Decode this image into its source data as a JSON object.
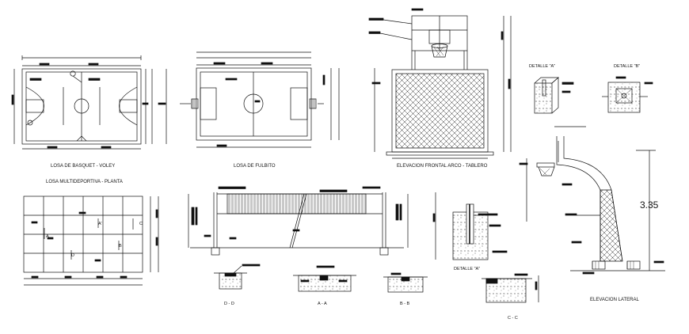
{
  "labels": {
    "losa_basquet": "LOSA DE BASQUET - VOLEY",
    "losa_multideportiva": "LOSA MULTIDEPORTIVA - PLANTA",
    "losa_fulbito": "LOSA DE FULBITO",
    "elevacion_frontal": "ELEVACION FRONTAL ARCO - TABLERO",
    "detalle_a_top": "DETALLE \"A\"",
    "detalle_b": "DETALLE \"B\"",
    "detalle_a_bottom": "DETALLE \"A\"",
    "elevacion_lateral": "ELEVACION LATERAL",
    "height_value": "3.35",
    "section_dd": "D - D",
    "section_aa": "A - A",
    "section_bb": "B - B",
    "section_cc": "C - C"
  },
  "grid_marks": {
    "a": "A",
    "b": "B",
    "c": "C",
    "d": "D",
    "a_prime": "A'"
  }
}
